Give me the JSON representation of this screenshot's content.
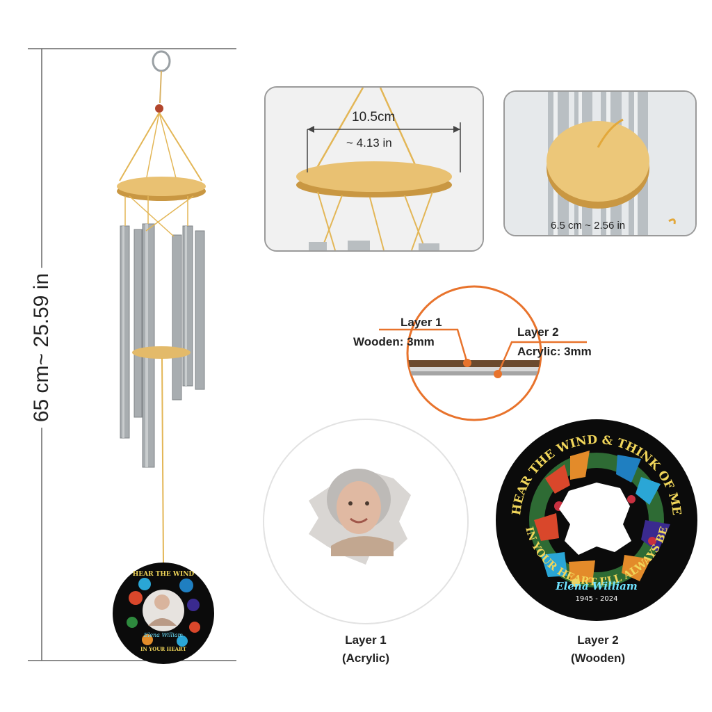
{
  "dimensions": {
    "height": "65 cm~ 25.59 in",
    "top_diameter_cm": "10.5cm",
    "top_diameter_in": "~ 4.13 in",
    "striker_diameter": "6.5 cm ~ 2.56 in"
  },
  "cross_section": {
    "layer1_title": "Layer 1",
    "layer1_material": "Wooden: 3mm",
    "layer2_title": "Layer 2",
    "layer2_material": "Acrylic: 3mm"
  },
  "layers": {
    "layer1_name": "Layer 1",
    "layer1_type": "(Acrylic)",
    "layer2_name": "Layer 2",
    "layer2_type": "(Wooden)"
  },
  "ornament": {
    "top_text": "HEAR THE WIND & THINK OF ME",
    "bottom_text": "IN YOUR HEART I'LL ALWAYS BE",
    "name": "Elena William",
    "years": "1945 - 2024"
  },
  "colors": {
    "wood": "#e9c172",
    "tube": "#a8adb0",
    "accent": "#e8732c",
    "disc": "#0b0b0b",
    "gold_text": "#f1d65a",
    "name_text": "#6fe3ff"
  }
}
